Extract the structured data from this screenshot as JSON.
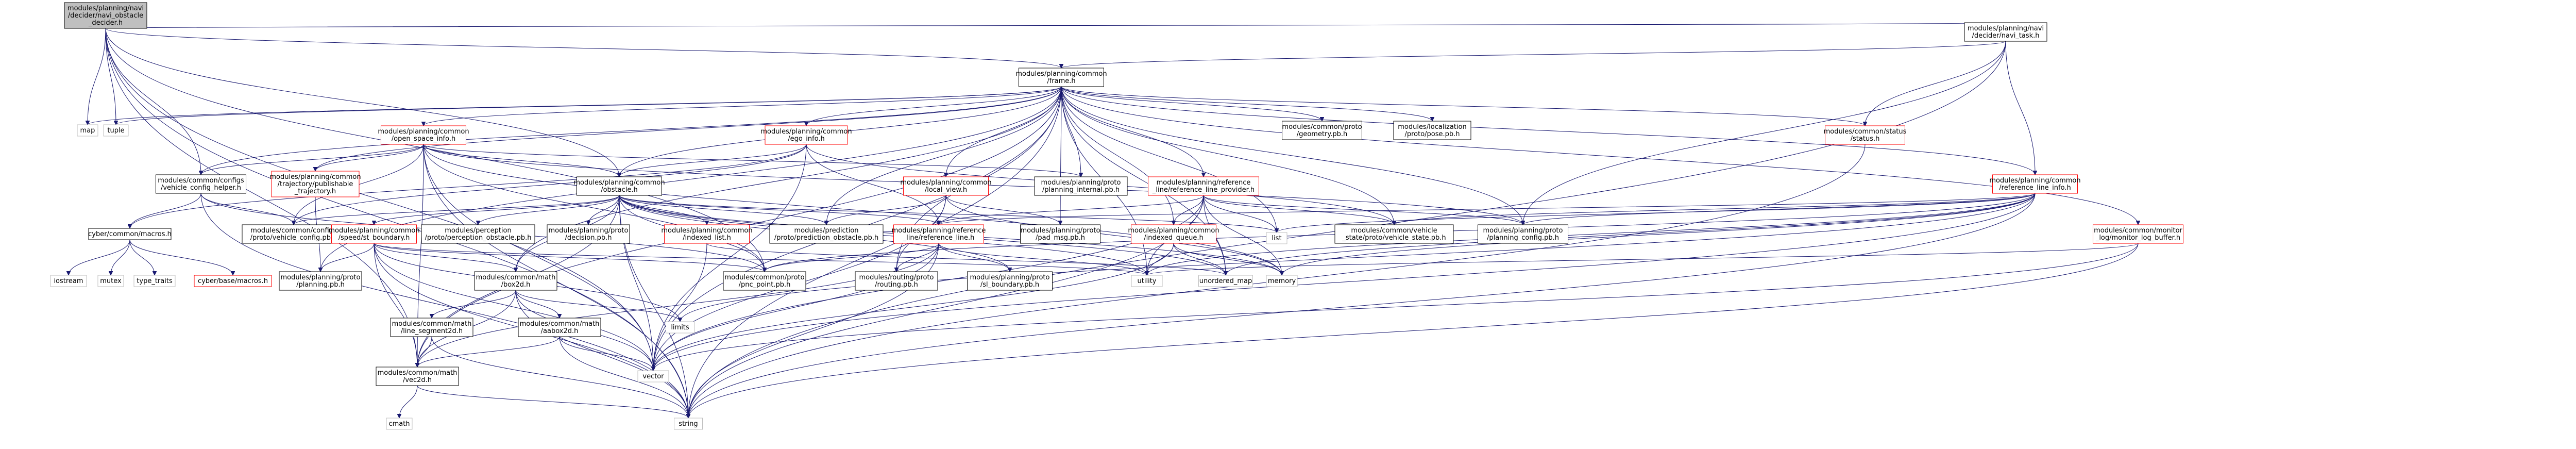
{
  "nodes": [
    {
      "id": "root",
      "lines": [
        "modules/planning/navi",
        "/decider/navi_obstacle",
        "_decider.h"
      ],
      "style": "root"
    },
    {
      "id": "task",
      "lines": [
        "modules/planning/navi",
        "/decider/navi_task.h"
      ],
      "style": "normal"
    },
    {
      "id": "frame",
      "lines": [
        "modules/planning/common",
        "/frame.h"
      ],
      "style": "normal"
    },
    {
      "id": "map",
      "lines": [
        "map"
      ],
      "style": "grey"
    },
    {
      "id": "tuple",
      "lines": [
        "tuple"
      ],
      "style": "grey"
    },
    {
      "id": "open_space",
      "lines": [
        "modules/planning/common",
        "/open_space_info.h"
      ],
      "style": "red"
    },
    {
      "id": "ego_info",
      "lines": [
        "modules/planning/common",
        "/ego_info.h"
      ],
      "style": "red"
    },
    {
      "id": "geometry_pb",
      "lines": [
        "modules/common/proto",
        "/geometry.pb.h"
      ],
      "style": "normal"
    },
    {
      "id": "pose_pb",
      "lines": [
        "modules/localization",
        "/proto/pose.pb.h"
      ],
      "style": "normal"
    },
    {
      "id": "status",
      "lines": [
        "modules/common/status",
        "/status.h"
      ],
      "style": "red"
    },
    {
      "id": "vehicle_config_helper",
      "lines": [
        "modules/common/configs",
        "/vehicle_config_helper.h"
      ],
      "style": "normal"
    },
    {
      "id": "publishable",
      "lines": [
        "modules/planning/common",
        "/trajectory/publishable",
        "_trajectory.h"
      ],
      "style": "red"
    },
    {
      "id": "obstacle",
      "lines": [
        "modules/planning/common",
        "/obstacle.h"
      ],
      "style": "normal"
    },
    {
      "id": "local_view",
      "lines": [
        "modules/planning/common",
        "/local_view.h"
      ],
      "style": "red"
    },
    {
      "id": "planning_internal",
      "lines": [
        "modules/planning/proto",
        "/planning_internal.pb.h"
      ],
      "style": "normal"
    },
    {
      "id": "ref_line_provider",
      "lines": [
        "modules/planning/reference",
        "_line/reference_line_provider.h"
      ],
      "style": "red"
    },
    {
      "id": "ref_line_info",
      "lines": [
        "modules/planning/common",
        "/reference_line_info.h"
      ],
      "style": "red"
    },
    {
      "id": "monitor_log",
      "lines": [
        "modules/common/monitor",
        "_log/monitor_log_buffer.h"
      ],
      "style": "red"
    },
    {
      "id": "macros",
      "lines": [
        "cyber/common/macros.h"
      ],
      "style": "normal"
    },
    {
      "id": "vehicle_config_pb",
      "lines": [
        "modules/common/configs",
        "/proto/vehicle_config.pb.h"
      ],
      "style": "normal"
    },
    {
      "id": "speedst",
      "lines": [
        "modules/planning/common",
        "/speed/st_boundary.h"
      ],
      "style": "red"
    },
    {
      "id": "perception_obstacle",
      "lines": [
        "modules/perception",
        "/proto/perception_obstacle.pb.h"
      ],
      "style": "normal"
    },
    {
      "id": "decision_pb",
      "lines": [
        "modules/planning/proto",
        "/decision.pb.h"
      ],
      "style": "normal"
    },
    {
      "id": "indexed_list",
      "lines": [
        "modules/planning/common",
        "/indexed_list.h"
      ],
      "style": "red"
    },
    {
      "id": "prediction_obstacle",
      "lines": [
        "modules/prediction",
        "/proto/prediction_obstacle.pb.h"
      ],
      "style": "normal"
    },
    {
      "id": "reference_line",
      "lines": [
        "modules/planning/reference",
        "_line/reference_line.h"
      ],
      "style": "red"
    },
    {
      "id": "pad_msg",
      "lines": [
        "modules/planning/proto",
        "/pad_msg.pb.h"
      ],
      "style": "normal"
    },
    {
      "id": "indexed_queue",
      "lines": [
        "modules/planning/common",
        "/indexed_queue.h"
      ],
      "style": "red"
    },
    {
      "id": "list",
      "lines": [
        "list"
      ],
      "style": "grey"
    },
    {
      "id": "vehicle_state_pb",
      "lines": [
        "modules/common/vehicle",
        "_state/proto/vehicle_state.pb.h"
      ],
      "style": "normal"
    },
    {
      "id": "planning_config_pb",
      "lines": [
        "modules/planning/proto",
        "/planning_config.pb.h"
      ],
      "style": "normal"
    },
    {
      "id": "iostream",
      "lines": [
        "iostream"
      ],
      "style": "grey"
    },
    {
      "id": "mutex",
      "lines": [
        "mutex"
      ],
      "style": "grey"
    },
    {
      "id": "type_traits",
      "lines": [
        "type_traits"
      ],
      "style": "grey"
    },
    {
      "id": "cyber_base_macros",
      "lines": [
        "cyber/base/macros.h"
      ],
      "style": "red"
    },
    {
      "id": "planning_pb",
      "lines": [
        "modules/planning/proto",
        "/planning.pb.h"
      ],
      "style": "normal"
    },
    {
      "id": "box2d",
      "lines": [
        "modules/common/math",
        "/box2d.h"
      ],
      "style": "normal"
    },
    {
      "id": "pnc_point",
      "lines": [
        "modules/common/proto",
        "/pnc_point.pb.h"
      ],
      "style": "normal"
    },
    {
      "id": "routing_pb",
      "lines": [
        "modules/routing/proto",
        "/routing.pb.h"
      ],
      "style": "normal"
    },
    {
      "id": "sl_boundary",
      "lines": [
        "modules/planning/proto",
        "/sl_boundary.pb.h"
      ],
      "style": "normal"
    },
    {
      "id": "utility",
      "lines": [
        "utility"
      ],
      "style": "grey"
    },
    {
      "id": "unordered_map",
      "lines": [
        "unordered_map"
      ],
      "style": "grey"
    },
    {
      "id": "memory",
      "lines": [
        "memory"
      ],
      "style": "grey"
    },
    {
      "id": "line_segment",
      "lines": [
        "modules/common/math",
        "/line_segment2d.h"
      ],
      "style": "normal"
    },
    {
      "id": "aabox",
      "lines": [
        "modules/common/math",
        "/aabox2d.h"
      ],
      "style": "normal"
    },
    {
      "id": "limits",
      "lines": [
        "limits"
      ],
      "style": "grey"
    },
    {
      "id": "vec2d",
      "lines": [
        "modules/common/math",
        "/vec2d.h"
      ],
      "style": "normal"
    },
    {
      "id": "vector",
      "lines": [
        "vector"
      ],
      "style": "grey"
    },
    {
      "id": "cmath",
      "lines": [
        "cmath"
      ],
      "style": "grey"
    },
    {
      "id": "string",
      "lines": [
        "string"
      ],
      "style": "grey"
    }
  ],
  "edges": [
    [
      "root",
      "task"
    ],
    [
      "root",
      "frame"
    ],
    [
      "root",
      "map"
    ],
    [
      "root",
      "tuple"
    ],
    [
      "root",
      "vehicle_config_helper"
    ],
    [
      "root",
      "obstacle"
    ],
    [
      "root",
      "vec2d"
    ],
    [
      "root",
      "vector"
    ],
    [
      "root",
      "string"
    ],
    [
      "root",
      "pnc_point"
    ],
    [
      "task",
      "frame"
    ],
    [
      "task",
      "status"
    ],
    [
      "task",
      "ref_line_info"
    ],
    [
      "task",
      "planning_config_pb"
    ],
    [
      "task",
      "string"
    ],
    [
      "frame",
      "map"
    ],
    [
      "frame",
      "tuple"
    ],
    [
      "frame",
      "open_space"
    ],
    [
      "frame",
      "ego_info"
    ],
    [
      "frame",
      "geometry_pb"
    ],
    [
      "frame",
      "pose_pb"
    ],
    [
      "frame",
      "status"
    ],
    [
      "frame",
      "vehicle_config_helper"
    ],
    [
      "frame",
      "publishable"
    ],
    [
      "frame",
      "obstacle"
    ],
    [
      "frame",
      "local_view"
    ],
    [
      "frame",
      "planning_internal"
    ],
    [
      "frame",
      "ref_line_provider"
    ],
    [
      "frame",
      "ref_line_info"
    ],
    [
      "frame",
      "monitor_log"
    ],
    [
      "frame",
      "list"
    ],
    [
      "frame",
      "vehicle_state_pb"
    ],
    [
      "frame",
      "planning_config_pb"
    ],
    [
      "frame",
      "pad_msg"
    ],
    [
      "frame",
      "indexed_queue"
    ],
    [
      "frame",
      "prediction_obstacle"
    ],
    [
      "frame",
      "utility"
    ],
    [
      "frame",
      "unordered_map"
    ],
    [
      "frame",
      "vector"
    ],
    [
      "frame",
      "string"
    ],
    [
      "frame",
      "vec2d"
    ],
    [
      "frame",
      "box2d"
    ],
    [
      "frame",
      "routing_pb"
    ],
    [
      "frame",
      "planning_pb"
    ],
    [
      "open_space",
      "obstacle"
    ],
    [
      "open_space",
      "publishable"
    ],
    [
      "open_space",
      "vehicle_config_helper"
    ],
    [
      "open_space",
      "vehicle_config_pb"
    ],
    [
      "open_space",
      "pnc_point"
    ],
    [
      "open_space",
      "planning_internal"
    ],
    [
      "open_space",
      "vector"
    ],
    [
      "open_space",
      "string"
    ],
    [
      "open_space",
      "vec2d"
    ],
    [
      "open_space",
      "memory"
    ],
    [
      "open_space",
      "planning_config_pb"
    ],
    [
      "ego_info",
      "obstacle"
    ],
    [
      "ego_info",
      "reference_line"
    ],
    [
      "ego_info",
      "vehicle_state_pb"
    ],
    [
      "ego_info",
      "vector"
    ],
    [
      "ego_info",
      "macros"
    ],
    [
      "ego_info",
      "vehicle_config_pb"
    ],
    [
      "status",
      "string"
    ],
    [
      "vehicle_config_helper",
      "macros"
    ],
    [
      "vehicle_config_helper",
      "vehicle_config_pb"
    ],
    [
      "vehicle_config_helper",
      "pnc_point"
    ],
    [
      "vehicle_config_helper",
      "string"
    ],
    [
      "publishable",
      "planning_pb"
    ],
    [
      "obstacle",
      "vehicle_config_pb"
    ],
    [
      "obstacle",
      "speedst"
    ],
    [
      "obstacle",
      "perception_obstacle"
    ],
    [
      "obstacle",
      "decision_pb"
    ],
    [
      "obstacle",
      "indexed_list"
    ],
    [
      "obstacle",
      "prediction_obstacle"
    ],
    [
      "obstacle",
      "reference_line"
    ],
    [
      "obstacle",
      "box2d"
    ],
    [
      "obstacle",
      "vec2d"
    ],
    [
      "obstacle",
      "vector"
    ],
    [
      "obstacle",
      "string"
    ],
    [
      "obstacle",
      "list"
    ],
    [
      "obstacle",
      "unordered_map"
    ],
    [
      "obstacle",
      "memory"
    ],
    [
      "obstacle",
      "sl_boundary"
    ],
    [
      "obstacle",
      "pnc_point"
    ],
    [
      "obstacle",
      "utility"
    ],
    [
      "local_view",
      "prediction_obstacle"
    ],
    [
      "local_view",
      "pad_msg"
    ],
    [
      "local_view",
      "routing_pb"
    ],
    [
      "local_view",
      "memory"
    ],
    [
      "local_view",
      "vector"
    ],
    [
      "ref_line_provider",
      "reference_line"
    ],
    [
      "ref_line_provider",
      "indexed_queue"
    ],
    [
      "ref_line_provider",
      "list"
    ],
    [
      "ref_line_provider",
      "vehicle_state_pb"
    ],
    [
      "ref_line_provider",
      "memory"
    ],
    [
      "ref_line_provider",
      "string"
    ],
    [
      "ref_line_provider",
      "vector"
    ],
    [
      "ref_line_provider",
      "unordered_map"
    ],
    [
      "ref_line_provider",
      "utility"
    ],
    [
      "ref_line_provider",
      "planning_config_pb"
    ],
    [
      "ref_line_info",
      "list"
    ],
    [
      "ref_line_info",
      "vehicle_state_pb"
    ],
    [
      "ref_line_info",
      "planning_config_pb"
    ],
    [
      "ref_line_info",
      "reference_line"
    ],
    [
      "ref_line_info",
      "utility"
    ],
    [
      "ref_line_info",
      "unordered_map"
    ],
    [
      "ref_line_info",
      "memory"
    ],
    [
      "ref_line_info",
      "limits"
    ],
    [
      "ref_line_info",
      "vector"
    ],
    [
      "ref_line_info",
      "string"
    ],
    [
      "ref_line_info",
      "pnc_point"
    ],
    [
      "monitor_log",
      "string"
    ],
    [
      "monitor_log",
      "vector"
    ],
    [
      "monitor_log",
      "utility"
    ],
    [
      "macros",
      "iostream"
    ],
    [
      "macros",
      "mutex"
    ],
    [
      "macros",
      "type_traits"
    ],
    [
      "macros",
      "cyber_base_macros"
    ],
    [
      "speedst",
      "box2d"
    ],
    [
      "speedst",
      "vec2d"
    ],
    [
      "speedst",
      "planning_pb"
    ],
    [
      "speedst",
      "pnc_point"
    ],
    [
      "speedst",
      "string"
    ],
    [
      "speedst",
      "vector"
    ],
    [
      "speedst",
      "utility"
    ],
    [
      "speedst",
      "limits"
    ],
    [
      "indexed_list",
      "unordered_map"
    ],
    [
      "indexed_list",
      "vector"
    ],
    [
      "reference_line",
      "pnc_point"
    ],
    [
      "reference_line",
      "routing_pb"
    ],
    [
      "reference_line",
      "sl_boundary"
    ],
    [
      "reference_line",
      "vec2d"
    ],
    [
      "reference_line",
      "vector"
    ],
    [
      "reference_line",
      "string"
    ],
    [
      "reference_line",
      "utility"
    ],
    [
      "indexed_queue",
      "unordered_map"
    ],
    [
      "indexed_queue",
      "memory"
    ],
    [
      "indexed_queue",
      "utility"
    ],
    [
      "indexed_queue",
      "vector"
    ],
    [
      "box2d",
      "line_segment"
    ],
    [
      "box2d",
      "aabox"
    ],
    [
      "box2d",
      "vec2d"
    ],
    [
      "box2d",
      "limits"
    ],
    [
      "box2d",
      "vector"
    ],
    [
      "box2d",
      "string"
    ],
    [
      "line_segment",
      "vec2d"
    ],
    [
      "line_segment",
      "string"
    ],
    [
      "aabox",
      "vec2d"
    ],
    [
      "aabox",
      "vector"
    ],
    [
      "aabox",
      "string"
    ],
    [
      "vec2d",
      "cmath"
    ],
    [
      "vec2d",
      "string"
    ]
  ]
}
